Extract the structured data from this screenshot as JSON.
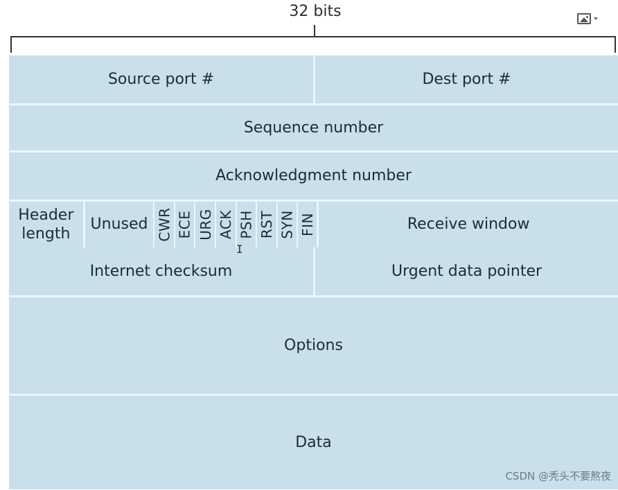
{
  "header": {
    "bits_label": "32 bits"
  },
  "toolbar": {
    "image_icon": "image-icon"
  },
  "fields": {
    "source_port": "Source port #",
    "dest_port": "Dest port #",
    "sequence_number": "Sequence number",
    "ack_number": "Acknowledgment number",
    "header_length_line1": "Header",
    "header_length_line2": "length",
    "unused": "Unused",
    "flags": [
      "CWR",
      "ECE",
      "URG",
      "ACK",
      "PSH",
      "RST",
      "SYN",
      "FIN"
    ],
    "receive_window": "Receive window",
    "internet_checksum": "Internet checksum",
    "urgent_pointer": "Urgent data pointer",
    "options": "Options",
    "data": "Data"
  },
  "watermark": "CSDN @秃头不要熬夜"
}
